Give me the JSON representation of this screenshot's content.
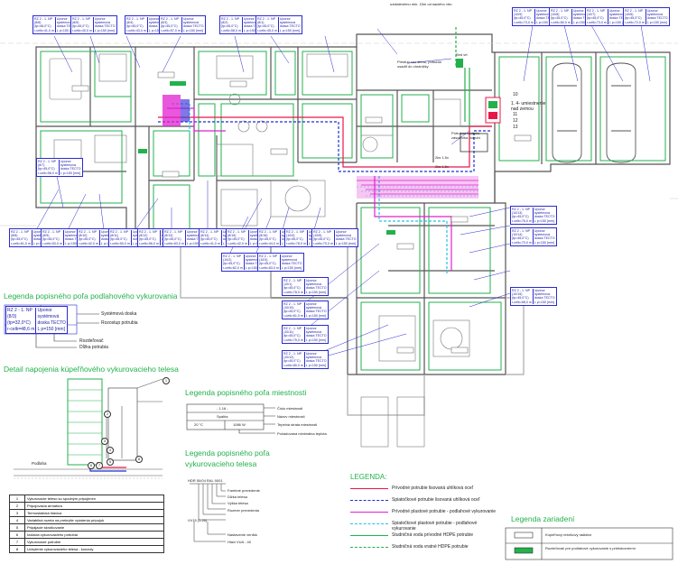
{
  "top_note": "uzdialenému min. 15m od sacieho vrtu",
  "plan_notes": {
    "sed_vrt": "Sed vrt",
    "prestup": "Prestup cez stenu, potrubia osadiť do chráničky",
    "zasobnik": "Potrubné vedenie zásobníka potrubí",
    "umiestnenie": "1. 4- umiestnenie nad zemou",
    "num_10": "10",
    "num_11": "11",
    "num_12": "12",
    "num_13": "13",
    "dn50_a": "2ks 1,5x",
    "dn50_b": "2ks 1,5x"
  },
  "room_labels": [
    {
      "id": "r1",
      "lines": [
        "RZ 2 - 1. NP",
        "(8/6)",
        "(tp=46,0°C)",
        "r-celk=41,0 m"
      ],
      "desc": [
        "Uponor",
        "systémová",
        "doska TECTO",
        "L p=150 [mm]"
      ]
    },
    {
      "id": "r2",
      "lines": [
        "RZ 2 - 1. NP",
        "(8/5)",
        "(tp=45,0°C)",
        "r-celk=40,0 m"
      ],
      "desc": [
        "Uponor",
        "systémová",
        "doska TECTO",
        "L p=150 [mm]"
      ]
    },
    {
      "id": "r3",
      "lines": [
        "RZ 2 - 1. NP",
        "(8/4)",
        "(tp=45,0°C)",
        "r-celk=43,0 m"
      ],
      "desc": [
        "Uponor",
        "systémová",
        "doska TECTO",
        "L p=150 [mm]"
      ]
    },
    {
      "id": "r4",
      "lines": [
        "RZ 2 - 1. NP",
        "(8/3)",
        "(tp=45,0°C)",
        "r-celk=57,0 m"
      ],
      "desc": [
        "Uponor",
        "systémová",
        "doska TECTO",
        "L p=150 [mm]"
      ]
    },
    {
      "id": "r5",
      "lines": [
        "RZ 2 - 1. NP",
        "(8/2)",
        "(tp=45,0°C)",
        "r-celk=58,0 m"
      ],
      "desc": [
        "Uponor",
        "systémová",
        "doska TECTO",
        "L p=150 [mm]"
      ]
    },
    {
      "id": "r6",
      "lines": [
        "RZ 2 - 1. NP",
        "(8/1)",
        "(tp=45,0°C)",
        "r-celk=45,0 m"
      ],
      "desc": [
        "Uponor",
        "systémová",
        "doska TECTO",
        "L p=150 [mm]"
      ]
    },
    {
      "id": "r7",
      "lines": [
        "RZ 2 - 1. NP",
        "(10/9)",
        "(tp=45,0°C)",
        "r-celk=73,0 m"
      ],
      "desc": [
        "Uponor",
        "systémová",
        "doska TECTO",
        "L p=150 [mm]"
      ]
    },
    {
      "id": "r8",
      "lines": [
        "RZ 2 - 1. NP",
        "(10/8)",
        "(tp=45,0°C)",
        "r-celk=80,0 m"
      ],
      "desc": [
        "Uponor",
        "systémová",
        "doska TECTO",
        "L p=150 [mm]"
      ]
    },
    {
      "id": "r9",
      "lines": [
        "RZ 2 - 1. NP",
        "(10/7)",
        "(tp=45,0°C)",
        "r-celk=73,0 m"
      ],
      "desc": [
        "Uponor",
        "systémová",
        "doska TECTO",
        "L p=150 [mm]"
      ]
    },
    {
      "id": "r10",
      "lines": [
        "RZ 2 - 1. NP",
        "(10/6)",
        "(tp=45,0°C)",
        "r-celk=72,0 m"
      ],
      "desc": [
        "Uponor",
        "systémová",
        "doska TECTO",
        "L p=150 [mm]"
      ]
    },
    {
      "id": "r11",
      "lines": [
        "RZ 2 - 1. NP",
        "(8/7)",
        "(tp=45,0°C)",
        "r-celk=58,0 m"
      ],
      "desc": [
        "Uponor",
        "systémová",
        "doska TECTO",
        "L p=150 [mm]"
      ]
    },
    {
      "id": "r12",
      "lines": [
        "RZ 2 - 1. NP",
        "(8/8)",
        "(tp=45,0°C)",
        "r-celk=61,0 m"
      ],
      "desc": [
        "Uponor",
        "systémová",
        "doska TECTO",
        "L p=150 [mm]"
      ]
    },
    {
      "id": "r13",
      "lines": [
        "RZ 2 - 1. NP",
        "(8/9)",
        "(tp=45,0°C)",
        "r-celk=53,0 m"
      ],
      "desc": [
        "Uponor",
        "systémová",
        "doska TECTO",
        "L p=150 [mm]"
      ]
    },
    {
      "id": "r14",
      "lines": [
        "RZ 2 - 1. NP",
        "(8/10)",
        "(tp=45,0°C)",
        "r-celk=42,0 m"
      ],
      "desc": [
        "Uponor",
        "systémová",
        "doska TECTO",
        "L p=150 [mm]"
      ]
    },
    {
      "id": "r15",
      "lines": [
        "RZ 2 - 1. NP",
        "(8/11)",
        "(tp=45,0°C)",
        "r-celk=50,0 m"
      ],
      "desc": [
        "Uponor",
        "systémová",
        "doska TECTO",
        "L p=150 [mm]"
      ]
    },
    {
      "id": "r16",
      "lines": [
        "RZ 2 - 1. NP",
        "(8/12)",
        "(tp=45,0°C)",
        "r-celk=56,0 m"
      ],
      "desc": [
        "Uponor",
        "systémová",
        "doska TECTO",
        "L p=150 [mm]"
      ]
    },
    {
      "id": "r17",
      "lines": [
        "RZ 2 - 1. NP",
        "(8/13)",
        "(tp=45,0°C)",
        "r-celk=63,0 m"
      ],
      "desc": [
        "Uponor",
        "systémová",
        "doska TECTO",
        "L p=150 [mm]"
      ]
    },
    {
      "id": "r18",
      "lines": [
        "RZ 2 - 1. NP",
        "(8/14)",
        "(tp=45,0°C)",
        "r-celk=41,0 m"
      ],
      "desc": [
        "Uponor",
        "systémová",
        "doska TECTO",
        "L p=150 [mm]"
      ]
    },
    {
      "id": "r19",
      "lines": [
        "RZ 2 - 1. NP",
        "(8/15)",
        "(tp=45,0°C)",
        "r-celk=42,0 m"
      ],
      "desc": [
        "Uponor",
        "systémová",
        "doska TECTO",
        "L p=150 [mm]"
      ]
    },
    {
      "id": "r20",
      "lines": [
        "RZ 2 - 1. NP",
        "(8/16)",
        "(tp=45,0°C)",
        "r-celk=44,0 m"
      ],
      "desc": [
        "Uponor",
        "systémová",
        "doska TECTO",
        "L p=150 [mm]"
      ]
    },
    {
      "id": "r21",
      "lines": [
        "RZ 2 - 1. NP",
        "(10/2)",
        "(tp=45,0°C)",
        "r-celk=82,0 m"
      ],
      "desc": [
        "Uponor",
        "systémová",
        "doska TECTO",
        "L p=150 [mm]"
      ]
    },
    {
      "id": "r22",
      "lines": [
        "RZ 2 - 1. NP",
        "(10/3)",
        "(tp=45,0°C)",
        "r-celk=83,0 m"
      ],
      "desc": [
        "Uponor",
        "systémová",
        "doska TECTO",
        "L p=150 [mm]"
      ]
    },
    {
      "id": "r23",
      "lines": [
        "RZ 2 - 1. NP",
        "(10/4)",
        "(tp=45,0°C)",
        "r-celk=78,0 m"
      ],
      "desc": [
        "Uponor",
        "systémová",
        "doska TECTO",
        "L p=150 [mm]"
      ]
    },
    {
      "id": "r24",
      "lines": [
        "RZ 2 - 1. NP",
        "(10/5)",
        "(tp=45,0°C)",
        "r-celk=70,0 m"
      ],
      "desc": [
        "Uponor",
        "systémová",
        "doska TECTO",
        "L p=150 [mm]"
      ]
    },
    {
      "id": "r25",
      "lines": [
        "RZ 2 - 1. NP",
        "(10/1)",
        "(tp=45,0°C)",
        "r-celk=78,0 m"
      ],
      "desc": [
        "Uponor",
        "systémová",
        "doska TECTO",
        "L p=150 [mm]"
      ]
    },
    {
      "id": "r26",
      "lines": [
        "RZ 2 - 1. NP",
        "(10/10)",
        "(tp=45,0°C)",
        "r-celk=61,0 m"
      ],
      "desc": [
        "Uponor",
        "systémová",
        "doska TECTO",
        "L p=150 [mm]"
      ]
    },
    {
      "id": "r27",
      "lines": [
        "RZ 2 - 1. NP",
        "(10/11)",
        "(tp=45,0°C)",
        "r-celk=75,0 m"
      ],
      "desc": [
        "Uponor",
        "systémová",
        "doska TECTO",
        "L p=150 [mm]"
      ]
    },
    {
      "id": "r28",
      "lines": [
        "RZ 2 - 1. NP",
        "(10/12)",
        "(tp=45,0°C)",
        "r-celk=80,0 m"
      ],
      "desc": [
        "Uponor",
        "systémová",
        "doska TECTO",
        "L p=150 [mm]"
      ]
    },
    {
      "id": "r29",
      "lines": [
        "RZ 2 - 1. NP",
        "(10/13)",
        "(tp=45,0°C)",
        "r-celk=76,0 m"
      ],
      "desc": [
        "Uponor",
        "systémová",
        "doska TECTO",
        "L p=150 [mm]"
      ]
    },
    {
      "id": "r30",
      "lines": [
        "RZ 2 - 1. NP",
        "(10/14)",
        "(tp=45,0°C)",
        "r-celk=70,0 m"
      ],
      "desc": [
        "Uponor",
        "systémová",
        "doska TECTO",
        "L p=150 [mm]"
      ]
    },
    {
      "id": "r31",
      "lines": [
        "RZ 2 - 1. NP",
        "(10/15)",
        "(tp=45,0°C)",
        "r-celk=68,0 m"
      ],
      "desc": [
        "Uponor",
        "systémová",
        "doska TECTO",
        "L p=150 [mm]"
      ]
    }
  ],
  "legend_floor": {
    "title": "Legenda popisného poľa podlahového vykurovania",
    "box_lines": [
      "RZ 2 - 1. NP",
      "(8/3)",
      "(tp=32,0°C)",
      "r-celk=48,6 m"
    ],
    "box_desc": [
      "Uponor",
      "systémová",
      "doska TECTO",
      "L p=150 [mm]"
    ],
    "callouts": [
      "Systémová doska",
      "Rozostup potrubia",
      "Rozdeľovač",
      "Dĺžka potrubia"
    ]
  },
  "detail_title": "Detail napojenia kúpeľňového vykurovacieho telesa",
  "detail_floor_label": "Podlaha",
  "detail_numbers": [
    "1",
    "2",
    "3",
    "4",
    "5",
    "6",
    "7",
    "8"
  ],
  "detail_table": [
    {
      "n": "1",
      "text": "Vykurovacie teleso so spodným pripojením"
    },
    {
      "n": "2",
      "text": "Pripojovacia armatúra"
    },
    {
      "n": "3",
      "text": "Termostatická hlavica"
    },
    {
      "n": "4",
      "text": "Variabilná rozeta na prekrytie vyústenia prípojok"
    },
    {
      "n": "5",
      "text": "Pripájacie skrutkovanie"
    },
    {
      "n": "6",
      "text": "Izolácia vykurovacieho potrubia"
    },
    {
      "n": "7",
      "text": "Vykurovacie potrubie"
    },
    {
      "n": "8",
      "text": "Uchytenie vykurovacieho telesa - konzoly"
    }
  ],
  "legend_room": {
    "title": "Legenda popisného poľa miestnosti",
    "room_no": "- 1.16 -",
    "room_name": "Spálňa",
    "temp": "20 °C",
    "loss": "1086 W",
    "callouts": [
      "Číslo miestnosti",
      "Názov miestnosti",
      "Tepelná strata miestnosti",
      "Požadovaná minimálna teplota"
    ]
  },
  "legend_radiator": {
    "title1": "Legenda popisného poľa",
    "title2": "vykurovacieho telesa",
    "spec": "HDR 50/04 RAL 9001",
    "valve": "VV15 (1.20)",
    "callouts": [
      "Farebné prevedenie",
      "Dĺžka telesa",
      "Výška telesa",
      "Rozmer prevedenia",
      "Nastavenie ventila",
      "Hlavi VUA - 40"
    ]
  },
  "legenda": {
    "title": "LEGENDA:",
    "items": [
      {
        "label": "Prívodné potrubie lisovaná uhlíková oceľ",
        "color": "#e8174a",
        "style": "solid"
      },
      {
        "label": "Spiatočkové potrubie lisovaná uhlíková oceľ",
        "color": "#1d2fd6",
        "style": "dashed"
      },
      {
        "label": "Prívodné plastové potrubie - podlahové vykurovanie",
        "color": "#e020d0",
        "style": "solid"
      },
      {
        "label": "Spiatočkové plastové potrubie - podlahové vykurovanie",
        "color": "#22c4e6",
        "style": "dashed"
      },
      {
        "label": "Studničná voda prívodné HDPE potrubie",
        "color": "#22b14c",
        "style": "solid"
      },
      {
        "label": "Studničná voda vratné HDPE potrubie",
        "color": "#22b14c",
        "style": "dashed"
      }
    ]
  },
  "legend_devices": {
    "title": "Legenda zariadení",
    "items": [
      "Kúpeľňový rebríkový radiátor",
      "Rozdeľovač pre podlahové vykurovanie s prietokomermi"
    ]
  }
}
